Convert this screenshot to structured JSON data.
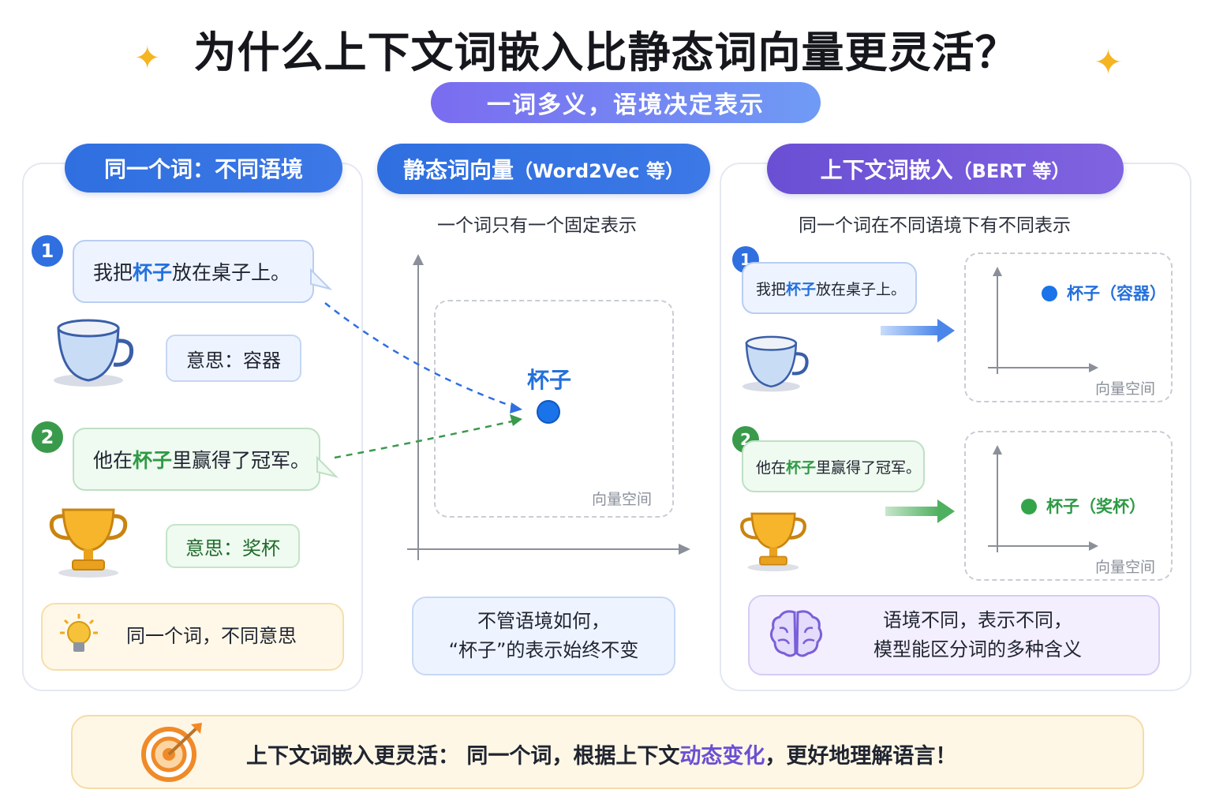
{
  "title": "为什么上下文词嵌入比静态词向量更灵活？",
  "subtitle": "一词多义，语境决定表示",
  "left": {
    "header": "同一个词：不同语境",
    "example1": {
      "num": "1",
      "pre": "我把",
      "word": "杯子",
      "post": "放在桌子上。",
      "meaning": "意思：容器"
    },
    "example2": {
      "num": "2",
      "pre": "他在",
      "word": "杯子",
      "post": "里赢得了冠军。",
      "meaning": "意思：奖杯"
    },
    "note": "同一个词，不同意思"
  },
  "middle": {
    "header_main": "静态词向量",
    "header_sub": "（Word2Vec 等）",
    "caption": "一个词只有一个固定表示",
    "point_label": "杯子",
    "space_label": "向量空间",
    "note_line1": "不管语境如何，",
    "note_line2": "“杯子”的表示始终不变"
  },
  "right": {
    "header_main": "上下文词嵌入",
    "header_sub": "（BERT 等）",
    "caption": "同一个词在不同语境下有不同表示",
    "example1": {
      "num": "1",
      "pre": "我把",
      "word": "杯子",
      "post": "放在桌子上。",
      "point_label": "杯子（容器）",
      "space_label": "向量空间"
    },
    "example2": {
      "num": "2",
      "pre": "他在",
      "word": "杯子",
      "post": "里赢得了冠军。",
      "point_label": "杯子（奖杯）",
      "space_label": "向量空间"
    },
    "note_line1": "语境不同，表示不同，",
    "note_line2": "模型能区分词的多种含义"
  },
  "bottom": {
    "pre": "上下文词嵌入更灵活：  同一个词，根据上下文",
    "highlight": "动态变化",
    "post": "，更好地理解语言！"
  },
  "colors": {
    "blue": "#2f6fe0",
    "purple": "#6a4fd4",
    "green": "#3a9a4c",
    "gold": "#f5b520"
  },
  "icons": [
    "sparkle-icon",
    "cup-icon",
    "trophy-icon",
    "lightbulb-icon",
    "brain-icon",
    "target-icon",
    "arrow-right-icon"
  ]
}
